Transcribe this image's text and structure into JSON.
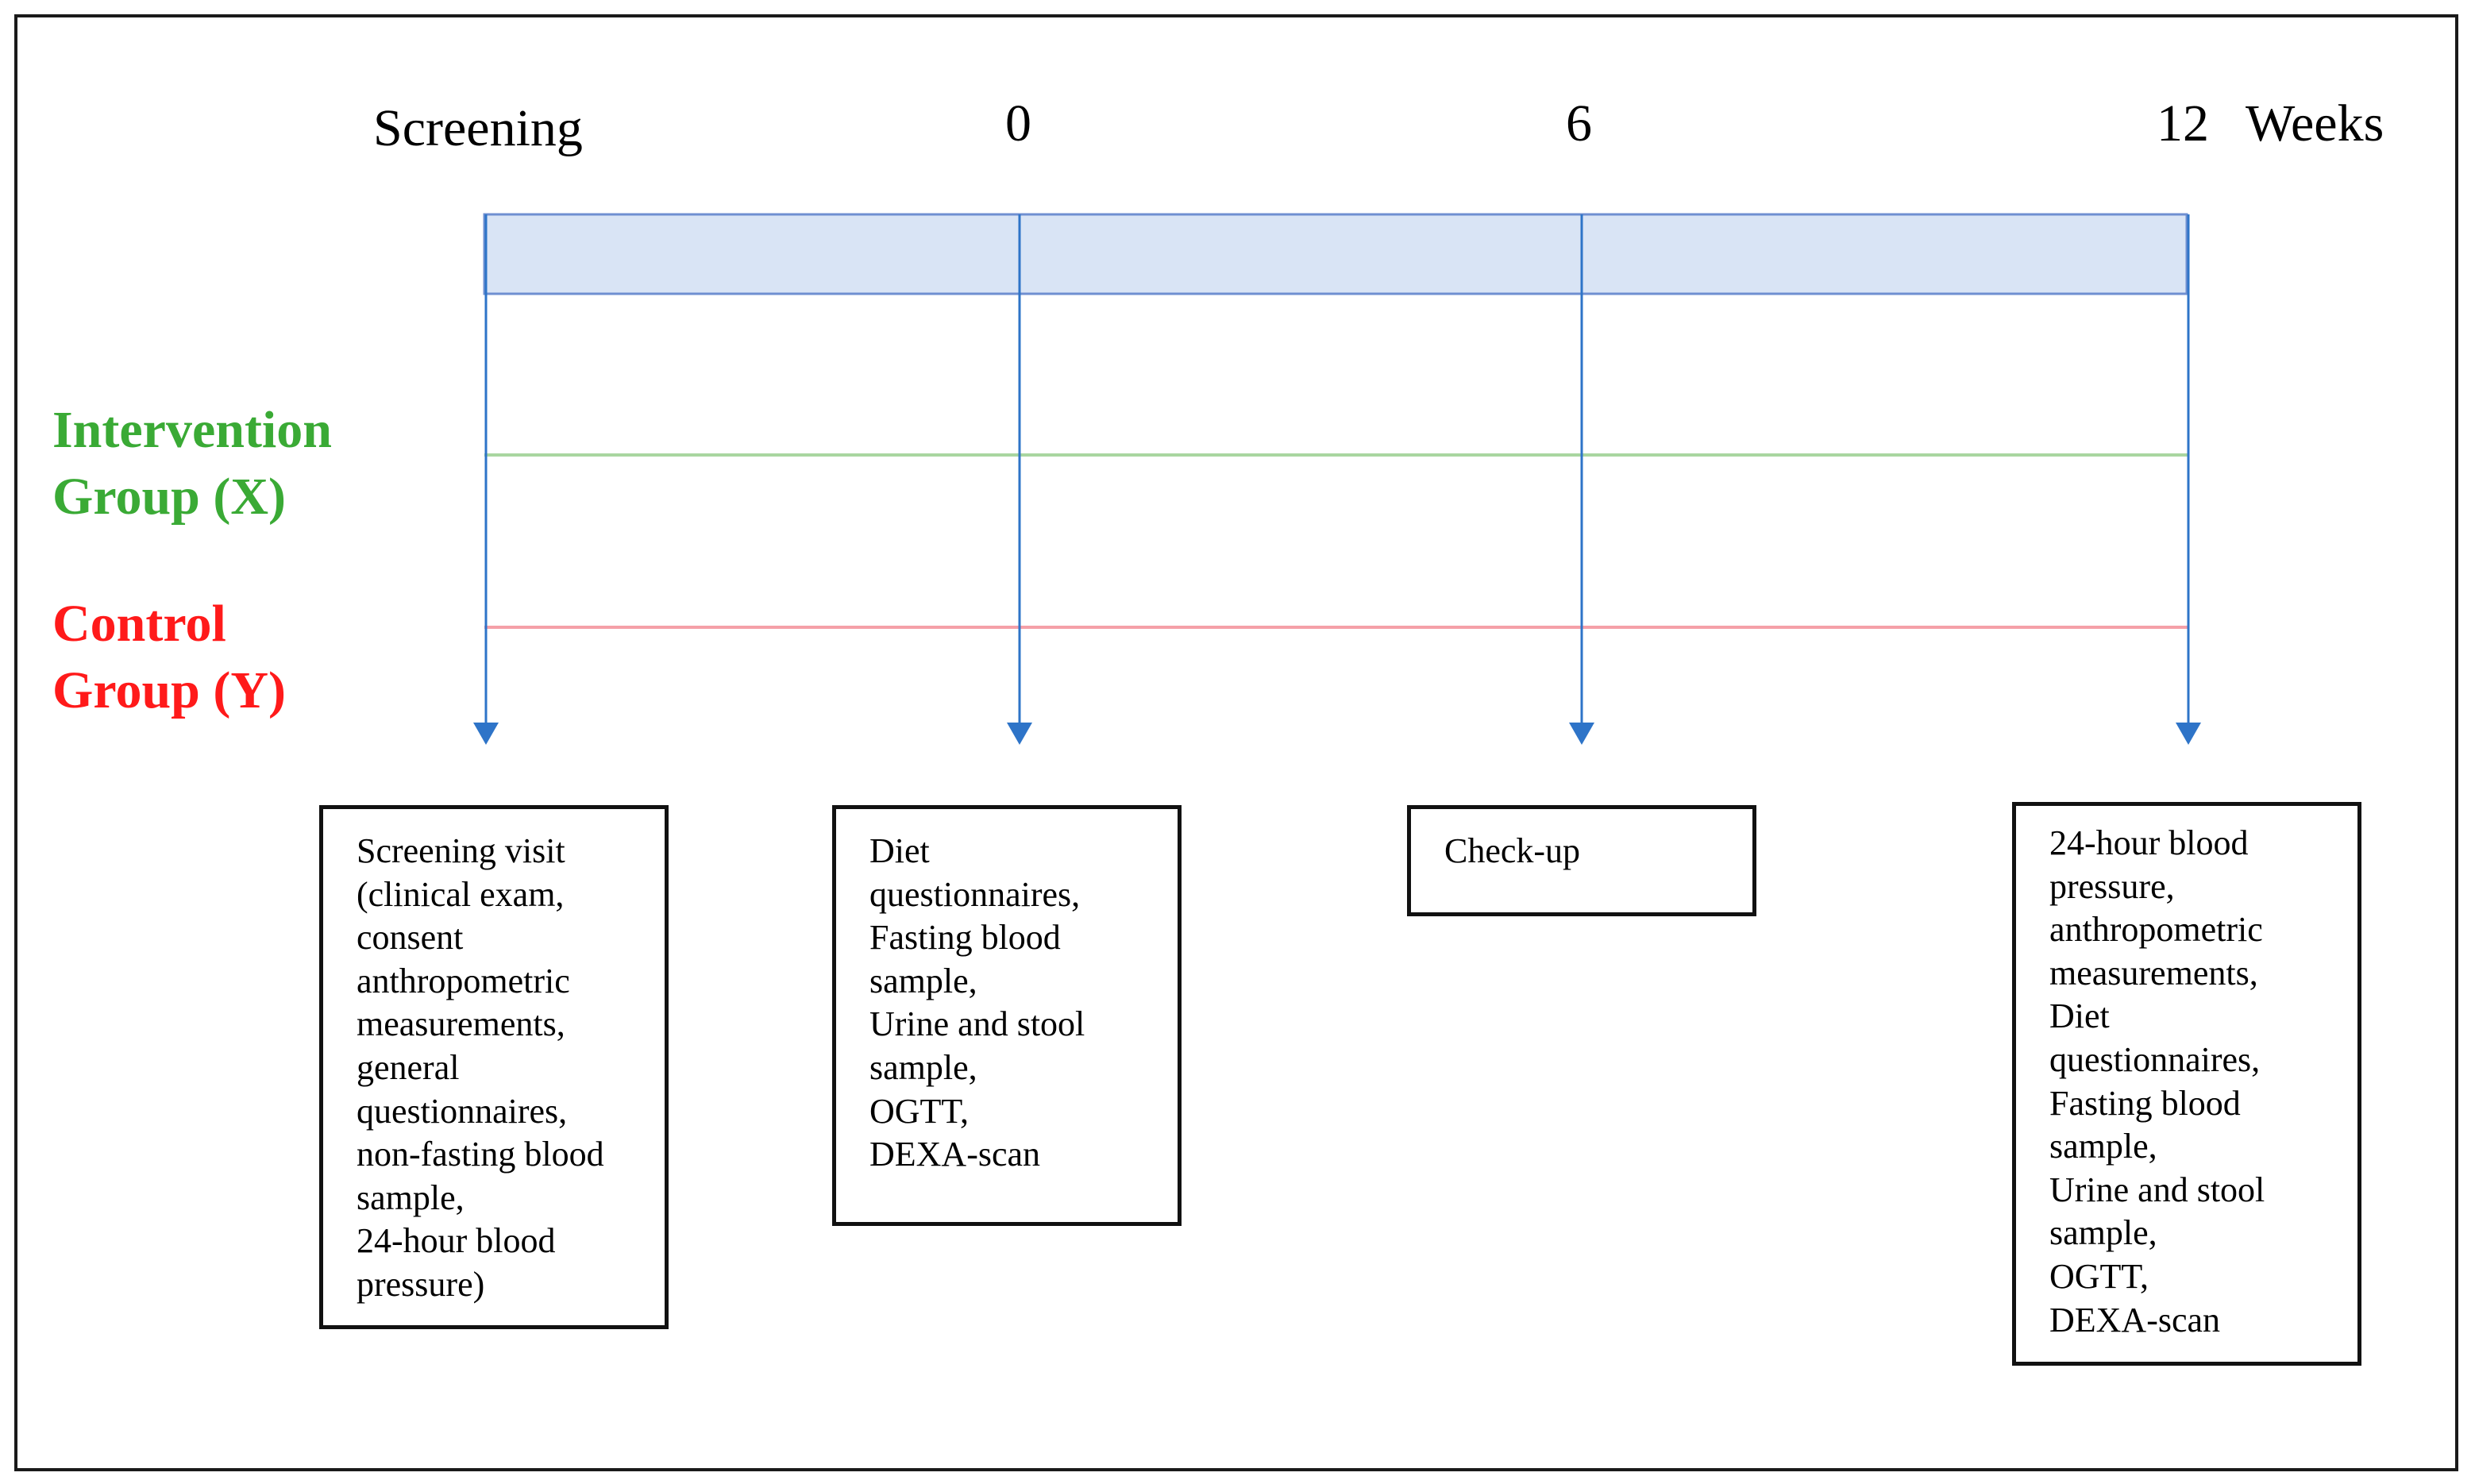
{
  "timeline": {
    "points": [
      "Screening",
      "0",
      "6",
      "12"
    ],
    "unit": "Weeks"
  },
  "groups": {
    "intervention": {
      "line1": "Intervention",
      "line2": "Group (X)"
    },
    "control": {
      "line1": "Control",
      "line2": "Group (Y)"
    }
  },
  "boxes": {
    "screening": [
      "Screening visit",
      "(clinical exam,",
      "consent",
      "anthropometric",
      "measurements,",
      "general",
      "questionnaires,",
      "non-fasting blood",
      "sample,",
      "24-hour blood",
      "pressure)"
    ],
    "week0": [
      "Diet",
      "questionnaires,",
      "Fasting blood",
      "sample,",
      "Urine and stool",
      "sample,",
      "OGTT,",
      "DEXA-scan"
    ],
    "week6": [
      "Check-up"
    ],
    "week12": [
      "24-hour blood",
      "pressure,",
      "anthropometric",
      "measurements,",
      "Diet",
      "questionnaires,",
      "Fasting blood",
      "sample,",
      "Urine and stool",
      "sample,",
      "OGTT,",
      "DEXA-scan"
    ]
  },
  "colors": {
    "bar_fill": "#d9e4f5",
    "bar_stroke": "#6f8fd1",
    "arrow": "#2e74c8",
    "intervention": "#3aaa35",
    "control": "#ff1a1a",
    "intervention_line": "#a9d6a0",
    "control_line": "#f5a0a8"
  }
}
